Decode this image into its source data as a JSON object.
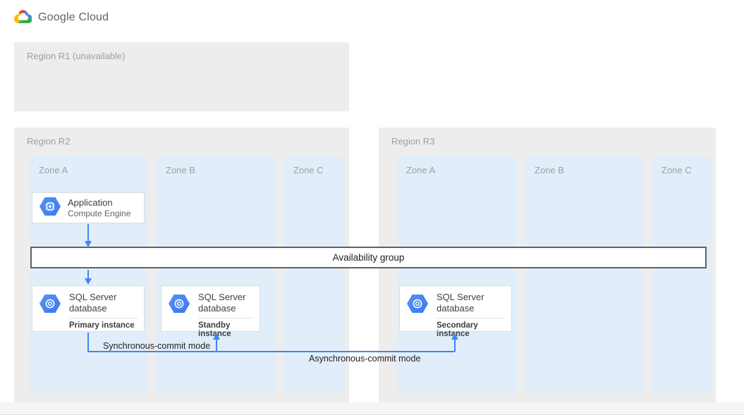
{
  "brand": {
    "name": "Google Cloud",
    "icon": "google-cloud-logo"
  },
  "regions": {
    "r1": {
      "label": "Region R1 (unavailable)",
      "zones": []
    },
    "r2": {
      "label": "Region R2",
      "zones": [
        {
          "label": "Zone A"
        },
        {
          "label": "Zone B"
        },
        {
          "label": "Zone C"
        }
      ]
    },
    "r3": {
      "label": "Region R3",
      "zones": [
        {
          "label": "Zone A"
        },
        {
          "label": "Zone B"
        },
        {
          "label": "Zone C"
        }
      ]
    }
  },
  "nodes": {
    "application": {
      "title": "Application",
      "subtitle": "Compute Engine",
      "icon": "compute-engine-icon",
      "region": "R2",
      "zone": "Zone A"
    },
    "availability_group": {
      "label": "Availability group"
    },
    "sql_primary": {
      "title": "SQL Server database",
      "role": "Primary instance",
      "icon": "cloud-sql-icon",
      "region": "R2",
      "zone": "Zone A"
    },
    "sql_standby": {
      "title": "SQL Server database",
      "role": "Standby instance",
      "icon": "cloud-sql-icon",
      "region": "R2",
      "zone": "Zone B"
    },
    "sql_secondary": {
      "title": "SQL Server database",
      "role": "Secondary instance",
      "icon": "cloud-sql-icon",
      "region": "R3",
      "zone": "Zone A"
    }
  },
  "connections": {
    "sync": {
      "label": "Synchronous-commit mode",
      "from": "sql_primary",
      "to": "sql_standby"
    },
    "async": {
      "label": "Asynchronous-commit mode",
      "from": "sql_primary",
      "to": "sql_secondary"
    }
  },
  "colors": {
    "arrow_blue": "#4285f4",
    "zone_fill": "#e1eefa",
    "region_fill": "#ededed",
    "muted_label": "#9aa0a6",
    "bar_border": "#616161"
  }
}
